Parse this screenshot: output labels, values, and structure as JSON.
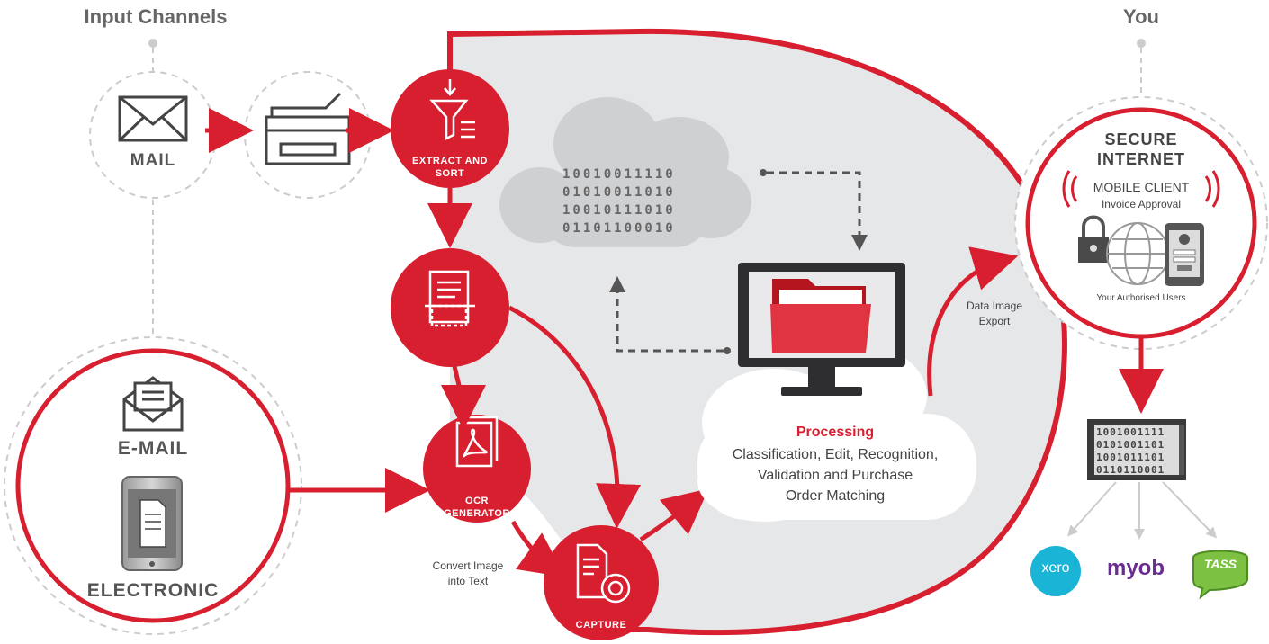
{
  "headers": {
    "left": "Input Channels",
    "right": "You"
  },
  "input": {
    "mail_label": "MAIL",
    "email_label": "E-MAIL",
    "electronic_label": "ELECTRONIC"
  },
  "steps": {
    "extract": [
      "EXTRACT AND",
      "SORT"
    ],
    "ocr": [
      "OCR",
      "GENERATOR"
    ],
    "capture": "CAPTURE"
  },
  "binary_cloud": [
    "10010011110",
    "01010011010",
    "10010111010",
    "01101100010"
  ],
  "processing": {
    "title": "Processing",
    "lines": [
      "Classification, Edit, Recognition,",
      "Validation and Purchase",
      "Order Matching"
    ]
  },
  "annotations": {
    "convert": [
      "Convert Image",
      "into Text"
    ],
    "export": [
      "Data Image",
      "Export"
    ]
  },
  "secure": {
    "title_lines": [
      "SECURE",
      "INTERNET"
    ],
    "mobile_client": "MOBILE CLIENT",
    "invoice_approval": "Invoice Approval",
    "authorised_users": "Your Authorised Users"
  },
  "binary_server": [
    "1001001111",
    "0101001101",
    "1001011101",
    "0110110001"
  ],
  "integrations": [
    "xero",
    "myob",
    "TASS"
  ],
  "colors": {
    "accent_red": "#d71f2f",
    "cloud_grey": "#e6e7e9",
    "dashed_grey": "#cccccc",
    "icon_dark": "#444444"
  }
}
